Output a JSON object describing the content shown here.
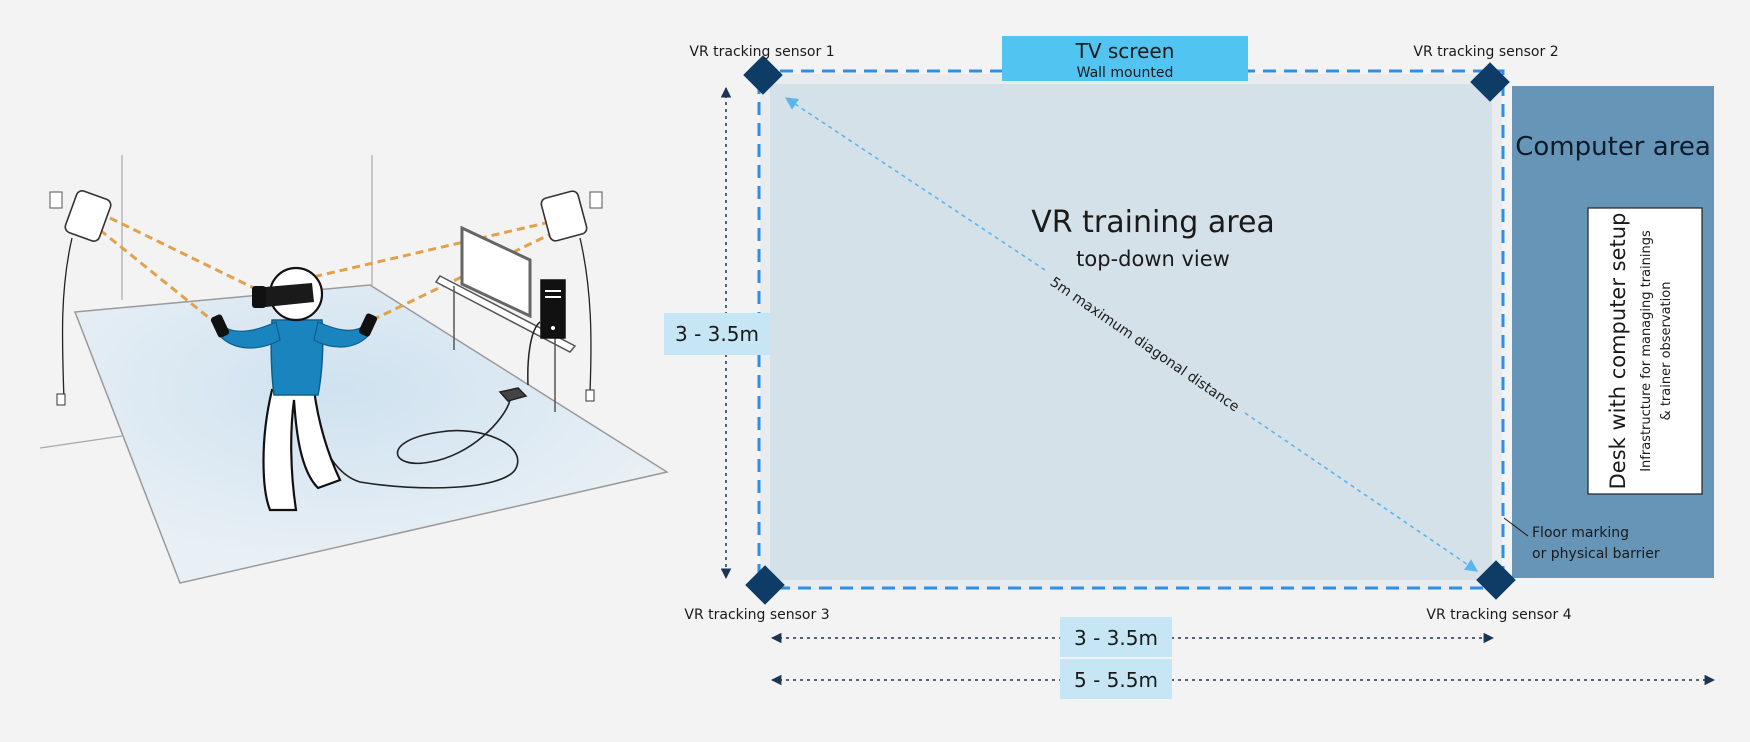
{
  "tv": {
    "title": "TV screen",
    "subtitle": "Wall mounted"
  },
  "sensors": {
    "s1": "VR tracking sensor 1",
    "s2": "VR tracking sensor 2",
    "s3": "VR tracking sensor 3",
    "s4": "VR tracking sensor 4"
  },
  "training_area": {
    "title": "VR training area",
    "subtitle": "top-down view"
  },
  "diagonal_label": "5m maximum diagonal distance",
  "dimensions": {
    "height": "3 - 3.5m",
    "width_inner": "3 - 3.5m",
    "width_total": "5 - 5.5m"
  },
  "computer_area": {
    "title": "Computer area",
    "desk_title": "Desk with computer setup",
    "desk_line1": "Infrastructure for managing trainings",
    "desk_line2": "& trainer observation"
  },
  "floor_marking": {
    "line1": "Floor marking",
    "line2": "or physical barrier"
  },
  "colors": {
    "background": "#f3f3f3",
    "training_area_fill": "#d5e1e8",
    "boundary_dash": "#2f8fe6",
    "tv_fill": "#52c4f2",
    "computer_area_fill": "#6795b7",
    "sensor_fill": "#0e3c66",
    "dimension_box": "#c6e6f6",
    "dimension_line": "#1c3552",
    "person_shirt": "#1a84bf"
  }
}
